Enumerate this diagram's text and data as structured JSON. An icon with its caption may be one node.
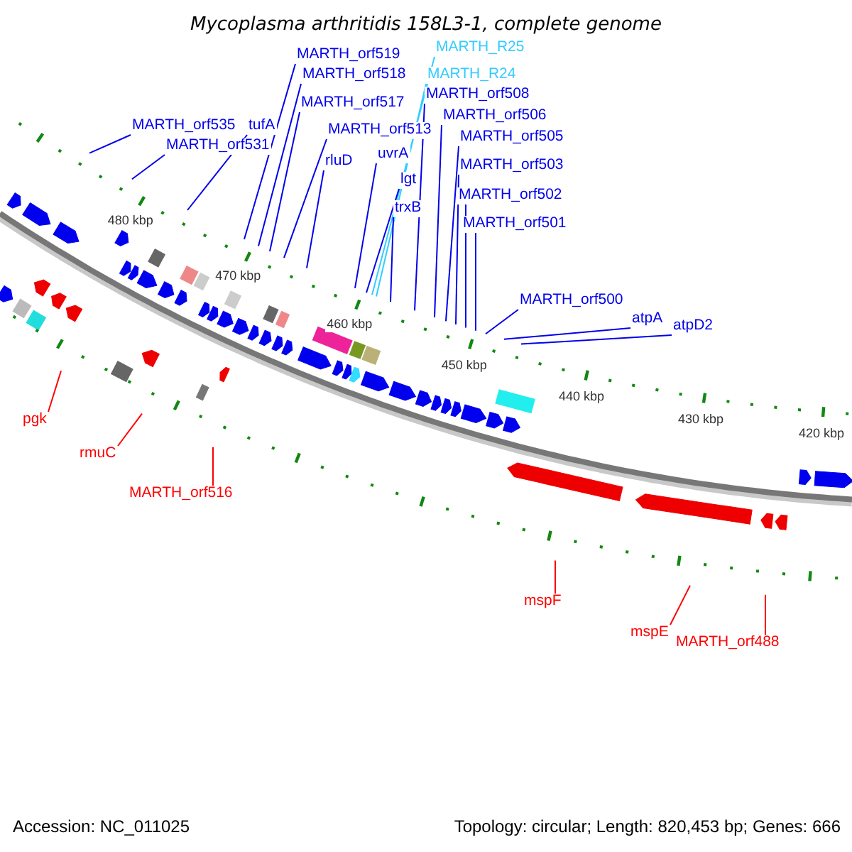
{
  "diagram": {
    "title": "Mycoplasma arthritidis 158L3-1, complete genome",
    "nodes": [
      {
        "text": [
          "MARTH_orf519"
        ]
      },
      {
        "text": [
          "MARTH_R25"
        ]
      },
      {
        "text": [
          "MARTH_orf518"
        ]
      },
      {
        "text": [
          "MARTH_R24"
        ]
      },
      {
        "text": [
          "MARTH_orf508"
        ]
      },
      {
        "text": [
          "MARTH_orf517"
        ]
      },
      {
        "text": [
          "MARTH_orf506"
        ]
      },
      {
        "text": [
          "MARTH_orf535"
        ]
      },
      {
        "text": [
          "tufA"
        ]
      },
      {
        "text": [
          "MARTH_orf513"
        ]
      },
      {
        "text": [
          "MARTH_orf505"
        ]
      },
      {
        "text": [
          "MARTH_orf531"
        ]
      },
      {
        "text": [
          "uvrA"
        ]
      },
      {
        "text": [
          "rluD"
        ]
      },
      {
        "text": [
          "MARTH_orf503"
        ]
      },
      {
        "text": [
          "lgt"
        ]
      },
      {
        "text": [
          "MARTH_orf502"
        ]
      },
      {
        "text": [
          "trxB"
        ]
      },
      {
        "text": [
          "MARTH_orf501"
        ]
      },
      {
        "text": [
          "MARTH_orf500"
        ]
      },
      {
        "text": [
          "atpA"
        ]
      },
      {
        "text": [
          "atpD2"
        ]
      },
      {
        "text": [
          "pgk"
        ]
      },
      {
        "text": [
          "rmuC"
        ]
      },
      {
        "text": [
          "MARTH_orf516"
        ]
      },
      {
        "text": [
          "mspF"
        ]
      },
      {
        "text": [
          "mspE"
        ]
      },
      {
        "text": [
          "MARTH_orf488"
        ]
      }
    ],
    "edges": [
      {
        "from": 0,
        "to": null,
        "arrow": "none"
      },
      {
        "from": 1,
        "to": null,
        "arrow": "none",
        "color": "#33ccff"
      },
      {
        "from": 2,
        "to": null,
        "arrow": "none"
      },
      {
        "from": 3,
        "to": null,
        "arrow": "none",
        "color": "#33ccff"
      },
      {
        "from": 4,
        "to": null,
        "arrow": "none"
      },
      {
        "from": 5,
        "to": null,
        "arrow": "none"
      },
      {
        "from": 6,
        "to": null,
        "arrow": "none"
      },
      {
        "from": 7,
        "to": null,
        "arrow": "none"
      },
      {
        "from": 8,
        "to": null,
        "arrow": "none"
      },
      {
        "from": 9,
        "to": null,
        "arrow": "none"
      },
      {
        "from": 10,
        "to": null,
        "arrow": "none"
      },
      {
        "from": 11,
        "to": null,
        "arrow": "none"
      },
      {
        "from": 12,
        "to": null,
        "arrow": "none"
      },
      {
        "from": 13,
        "to": null,
        "arrow": "none"
      },
      {
        "from": 14,
        "to": null,
        "arrow": "none"
      },
      {
        "from": 15,
        "to": null,
        "arrow": "none"
      },
      {
        "from": 16,
        "to": null,
        "arrow": "none"
      },
      {
        "from": 17,
        "to": null,
        "arrow": "none"
      },
      {
        "from": 18,
        "to": null,
        "arrow": "none"
      },
      {
        "from": 19,
        "to": null,
        "arrow": "none"
      },
      {
        "from": 20,
        "to": null,
        "arrow": "none"
      },
      {
        "from": 21,
        "to": null,
        "arrow": "none"
      },
      {
        "from": 22,
        "to": null,
        "arrow": "none",
        "color": "#ff0000"
      },
      {
        "from": 23,
        "to": null,
        "arrow": "none",
        "color": "#ff0000"
      },
      {
        "from": 24,
        "to": null,
        "arrow": "none",
        "color": "#ff0000"
      },
      {
        "from": 25,
        "to": null,
        "arrow": "none",
        "color": "#ff0000"
      },
      {
        "from": 26,
        "to": null,
        "arrow": "none",
        "color": "#ff0000"
      },
      {
        "from": 27,
        "to": null,
        "arrow": "none",
        "color": "#ff0000"
      }
    ],
    "labels": [
      "480 kbp",
      "470 kbp",
      "460 kbp",
      "450 kbp",
      "440 kbp",
      "430 kbp",
      "420 kbp",
      "Accession: NC_011025",
      "Topology: circular; Length: 820,453 bp; Genes: 666"
    ]
  }
}
